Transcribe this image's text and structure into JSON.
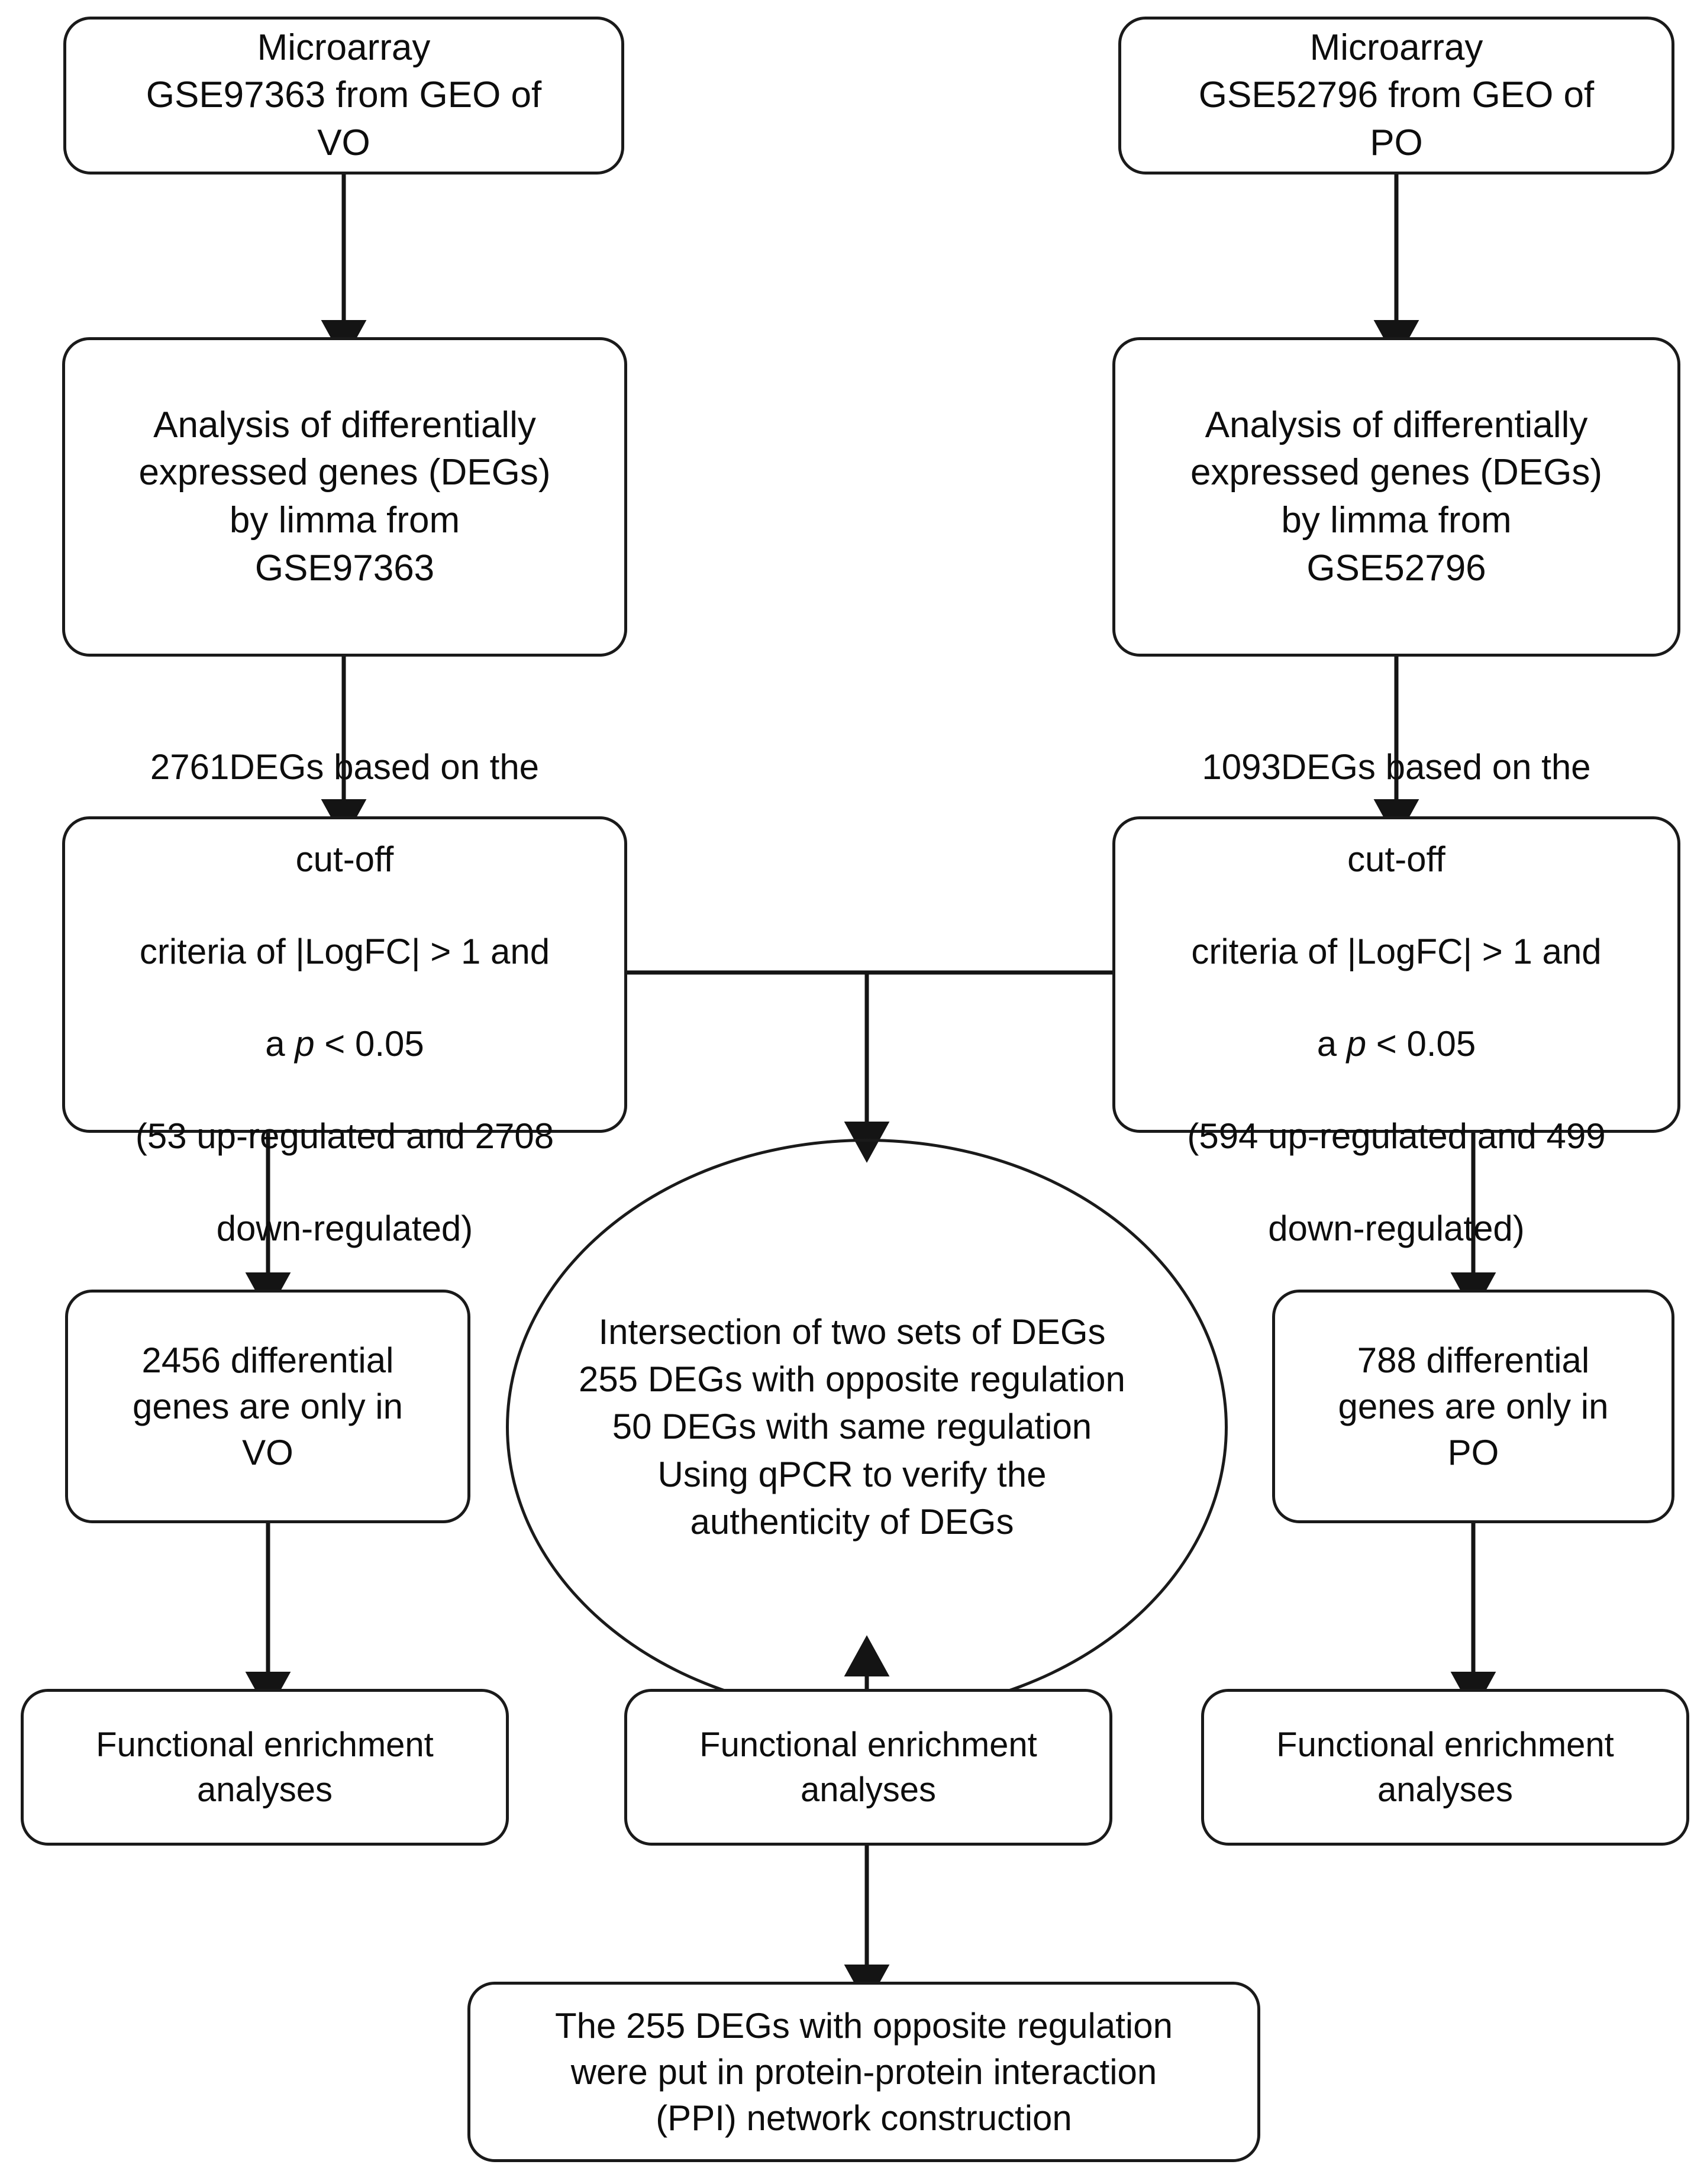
{
  "diagram": {
    "title": "Study workflow of DEG analysis between VO and PO microarray datasets",
    "stroke_color": "#1a1a1a",
    "text_color": "#0d0d0d",
    "background_color": "#ffffff"
  },
  "nodes": {
    "source_left": {
      "label": "Microarray\nGSE97363 from GEO of\nVO",
      "shape": "rounded-rect"
    },
    "source_right": {
      "label": "Microarray\nGSE52796 from GEO of\nPO",
      "shape": "rounded-rect"
    },
    "analysis_left": {
      "label": "Analysis of differentially\nexpressed genes (DEGs)\nby limma from\nGSE97363",
      "shape": "rounded-rect"
    },
    "analysis_right": {
      "label": "Analysis of differentially\nexpressed genes (DEGs)\nby limma from\nGSE52796",
      "shape": "rounded-rect"
    },
    "degs_left": {
      "line1": "2761DEGs based on the",
      "line2": "cut-off",
      "line3": "criteria of |LogFC| > 1 and",
      "line4_pre": "a ",
      "line4_italic": "p",
      "line4_post": " < 0.05",
      "line5": "(53 up-regulated and 2708",
      "line6": "down-regulated)",
      "shape": "rounded-rect"
    },
    "degs_right": {
      "line1": "1093DEGs based on the",
      "line2": "cut-off",
      "line3": "criteria of |LogFC| > 1 and",
      "line4_pre": "a ",
      "line4_italic": "p",
      "line4_post": " < 0.05",
      "line5": "(594 up-regulated and 499",
      "line6": "down-regulated)",
      "shape": "rounded-rect"
    },
    "only_vo": {
      "label": "2456 differential\ngenes are only in\nVO",
      "shape": "rounded-rect"
    },
    "only_po": {
      "label": "788 differential\ngenes are only in\nPO",
      "shape": "rounded-rect"
    },
    "intersection": {
      "label": "Intersection of two sets of DEGs\n255 DEGs with opposite regulation\n50 DEGs with same regulation\nUsing qPCR to verify the\nauthenticity of DEGs",
      "shape": "ellipse"
    },
    "enrichment_left": {
      "label": "Functional enrichment\nanalyses",
      "shape": "rounded-rect"
    },
    "enrichment_center": {
      "label": "Functional enrichment\nanalyses",
      "shape": "rounded-rect"
    },
    "enrichment_right": {
      "label": "Functional enrichment\nanalyses",
      "shape": "rounded-rect"
    },
    "ppi": {
      "label": "The 255 DEGs with opposite regulation\nwere put in protein-protein interaction\n(PPI) network construction",
      "shape": "rounded-rect"
    }
  },
  "edges": [
    {
      "from": "source_left",
      "to": "analysis_left",
      "type": "arrow-down"
    },
    {
      "from": "source_right",
      "to": "analysis_right",
      "type": "arrow-down"
    },
    {
      "from": "analysis_left",
      "to": "degs_left",
      "type": "arrow-down"
    },
    {
      "from": "analysis_right",
      "to": "degs_right",
      "type": "arrow-down"
    },
    {
      "from": "degs_left",
      "to": "only_vo",
      "type": "arrow-down"
    },
    {
      "from": "degs_right",
      "to": "only_po",
      "type": "arrow-down"
    },
    {
      "from": "degs_left+degs_right",
      "to": "intersection",
      "type": "tee-arrow-down"
    },
    {
      "from": "only_vo",
      "to": "enrichment_left",
      "type": "arrow-down"
    },
    {
      "from": "intersection",
      "to": "enrichment_center",
      "type": "arrow-down"
    },
    {
      "from": "only_po",
      "to": "enrichment_right",
      "type": "arrow-down"
    },
    {
      "from": "enrichment_center",
      "to": "ppi",
      "type": "arrow-down"
    }
  ]
}
